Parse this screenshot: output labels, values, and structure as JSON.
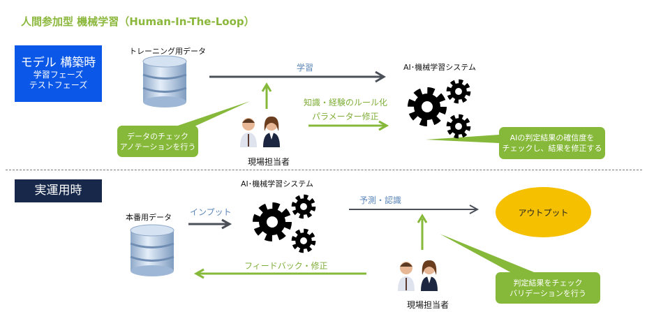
{
  "title": "人間参加型 機械学習（Human-In-The-Loop）",
  "build_phase": {
    "heading": "モデル 構築時",
    "line1": "学習フェーズ",
    "line2": "テストフェーズ"
  },
  "training_data": "トレーニング用データ",
  "learn_label": "学習",
  "ai_system": "AI･機械学習システム",
  "rule_label": "知識・経験のルール化",
  "param_label": "パラメーター修正",
  "callout_data": {
    "line1": "データのチェック",
    "line2": "アノテーションを行う"
  },
  "callout_ai": {
    "line1": "AIの判定結果の確信度を",
    "line2": "チェックし、結果を修正する"
  },
  "operator": "現場担当者",
  "run_phase": {
    "heading": "実運用時"
  },
  "prod_data": "本番用データ",
  "input_label": "インプット",
  "predict_label": "予測・認識",
  "output_label": "アウトプット",
  "feedback_label": "フィードバック・修正",
  "callout_validate": {
    "line1": "判定結果をチェック",
    "line2": "バリデーションを行う"
  },
  "colors": {
    "green": "#86b83a",
    "blue": "#0a57e8",
    "navy": "#17284a",
    "orange": "#f5c000",
    "gray": "#4a4f58"
  }
}
